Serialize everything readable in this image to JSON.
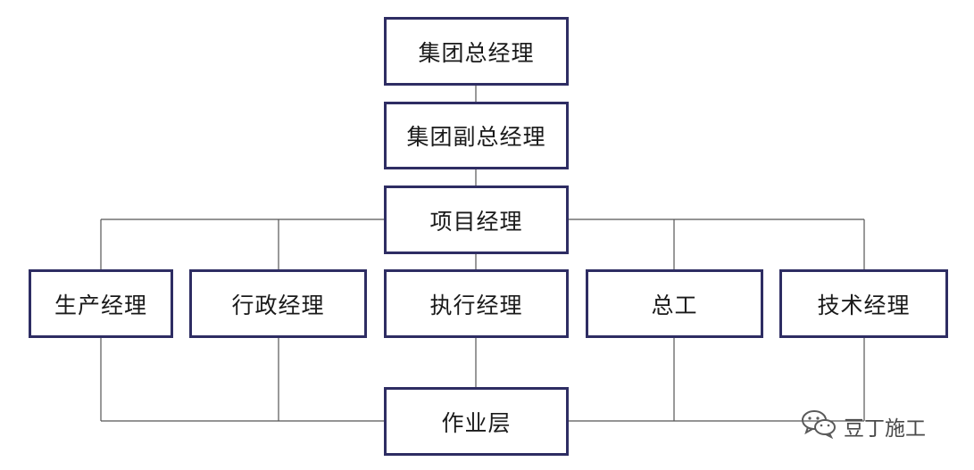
{
  "colors": {
    "box_border": "#2e2d63",
    "connector": "#555555",
    "text": "#1a1a1a",
    "background": "#ffffff"
  },
  "nodes": {
    "group_general_manager": "集团总经理",
    "group_deputy_general_manager": "集团副总经理",
    "project_manager": "项目经理",
    "production_manager": "生产经理",
    "administration_manager": "行政经理",
    "executive_manager": "执行经理",
    "chief_engineer": "总工",
    "technical_manager": "技术经理",
    "operation_layer": "作业层"
  },
  "watermark": {
    "icon": "wechat-icon",
    "text": "豆丁施工"
  }
}
